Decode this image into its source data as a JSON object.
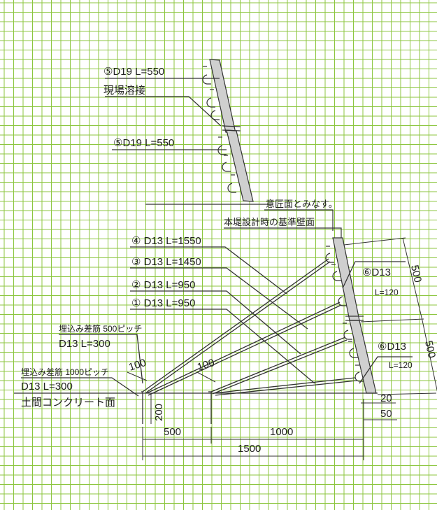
{
  "labels": {
    "upper_bar_top": "⑤D19 L=550",
    "site_weld": "現場溶接",
    "upper_bar_bottom": "⑤D19 L=550",
    "design_face": "意匠面とみなす。",
    "reference_wall": "本堤設計時の基準壁面",
    "bar4": "④ D13 L=1550",
    "bar3": "③ D13 L=1450",
    "bar2": "② D13 L=950",
    "bar1": "① D13 L=950",
    "anchor_500": "埋込み差筋 500ピッチ",
    "anchor_500_spec": "D13 L=300",
    "anchor_1000": "埋込み差筋 1000ピッチ",
    "anchor_1000_spec": "D13 L=300",
    "slab_surface": "土間コンクリート面",
    "bar6_upper": "⑥D13",
    "bar6_upper_len": "L=120",
    "bar6_lower": "⑥D13",
    "bar6_lower_len": "L=120"
  },
  "dimensions": {
    "d100_left": "100",
    "d100_right": "100",
    "d200": "200",
    "d500_bottom": "500",
    "d1000_bottom": "1000",
    "d1500_bottom": "1500",
    "d20": "20",
    "d50": "50",
    "d500_side_upper": "500",
    "d500_side_lower": "500"
  },
  "colors": {
    "grid": "#8cc63f",
    "line": "#333333",
    "panel_fill": "#cccccc",
    "background": "#ffffff"
  }
}
